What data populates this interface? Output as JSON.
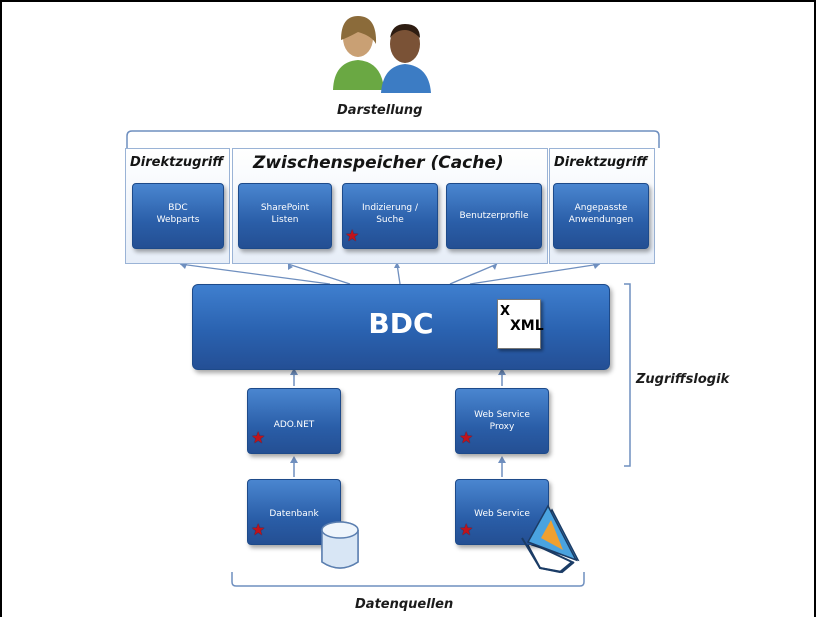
{
  "labels": {
    "darstellung": "Darstellung",
    "zugriffslogik": "Zugriffslogik",
    "datenquellen": "Datenquellen"
  },
  "panels": {
    "direkt_left": "Direktzugriff",
    "cache": "Zwischenspeicher (Cache)",
    "direkt_right": "Direktzugriff"
  },
  "boxes": {
    "bdc_webparts": "BDC Webparts",
    "sharepoint_listen": "SharePoint Listen",
    "indizierung": "Indizierung / Suche",
    "benutzerprofile": "Benutzerprofile",
    "angepasste": "Angepasste Anwendungen",
    "ado_net": "ADO.NET",
    "ws_proxy": "Web Service Proxy",
    "datenbank": "Datenbank",
    "web_service": "Web Service"
  },
  "bdc": {
    "title": "BDC",
    "xml_x": "X",
    "xml_text": "XML"
  },
  "colors": {
    "box_blue": "#2a5ea8",
    "bracket": "#6f8fbf",
    "star_red": "#c0131b"
  }
}
